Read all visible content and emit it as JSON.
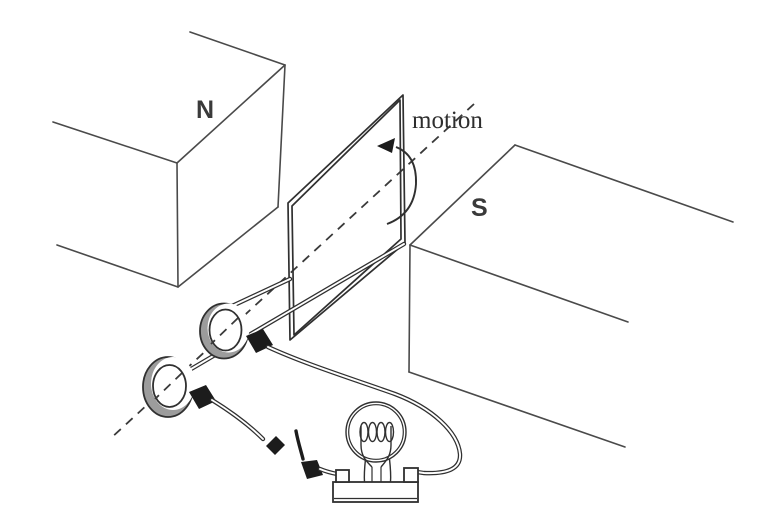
{
  "figure": {
    "type": "physics-line-diagram",
    "labels": {
      "north_pole": "N",
      "south_pole": "S",
      "motion": "motion"
    },
    "colors": {
      "background": "#ffffff",
      "line": "#4a4a4a",
      "dark_line": "#303030",
      "fill_black": "#1c1c1c",
      "ring_shade": "#9c9c9c",
      "label": "#3a3a3a"
    }
  }
}
